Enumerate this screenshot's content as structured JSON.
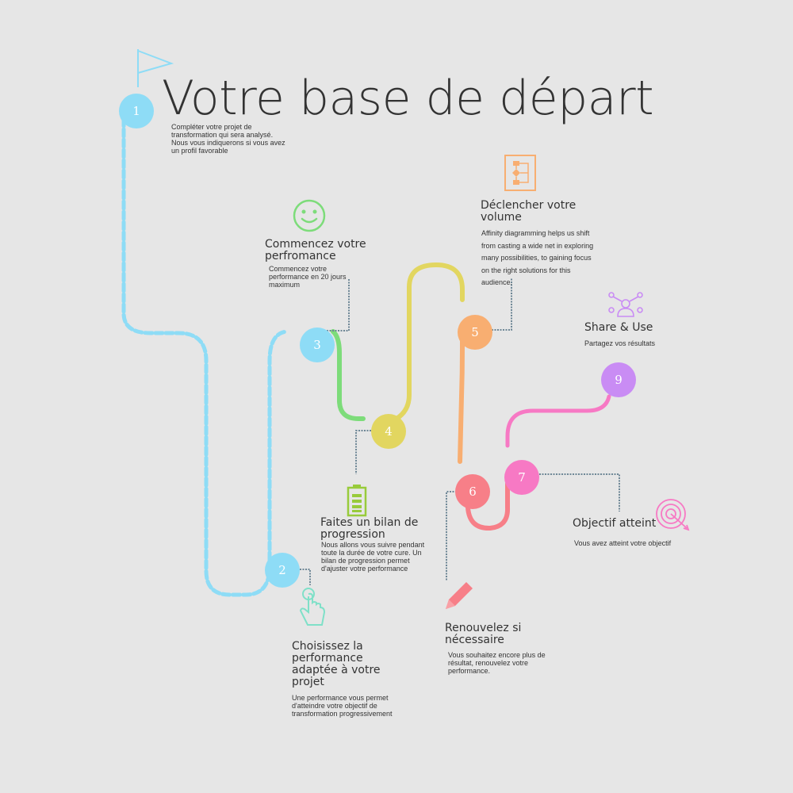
{
  "title": "Votre base de départ",
  "colors": {
    "background": "#e6e6e6",
    "connector": "#6e8796",
    "step1": "#8edcf6",
    "step2": "#8edcf6",
    "step3": "#8edcf6",
    "green": "#7ddc7a",
    "step4": "#e2d660",
    "step5": "#f8ae71",
    "step6": "#f77f88",
    "step7": "#f779c4",
    "step9": "#c98cf4"
  },
  "steps": [
    {
      "number": "1",
      "description": "Compléter votre projet de transformation qui sera analysé. Nous vous indiquerons si vous avez un profil favorable",
      "icon": "flag-icon"
    },
    {
      "number": "2",
      "heading": "Choisissez la performance adaptée à votre projet",
      "description": "Une performance vous permet d'atteindre votre objectif de transformation progressivement",
      "icon": "tap-hand-icon"
    },
    {
      "number": "3",
      "heading": "Commencez votre perfromance",
      "description": "Commencez votre performance en 20 jours maximum",
      "icon": "smiley-icon"
    },
    {
      "number": "4",
      "heading": "Faites un bilan de progression",
      "description": "Nous allons vous suivre pendant toute la durée de votre cure. Un bilan de progression permet d'ajuster votre performance",
      "icon": "battery-icon"
    },
    {
      "number": "5",
      "heading": "Déclencher votre volume",
      "description": "Affinity diagramming helps us shift from casting a wide net in exploring many possibilities, to gaining focus on the right solutions for this audience.",
      "icon": "flowchart-icon"
    },
    {
      "number": "6",
      "heading": "Renouvelez si nécessaire",
      "description": "Vous souhaitez encore plus de résultat, renouvelez votre performance.",
      "icon": "pencil-icon"
    },
    {
      "number": "7",
      "heading": "Objectif atteint",
      "description": "Vous avez atteint votre objectif",
      "icon": "target-icon"
    },
    {
      "number": "9",
      "heading": "Share & Use",
      "description": "Partagez vos résultats",
      "icon": "network-user-icon"
    }
  ]
}
